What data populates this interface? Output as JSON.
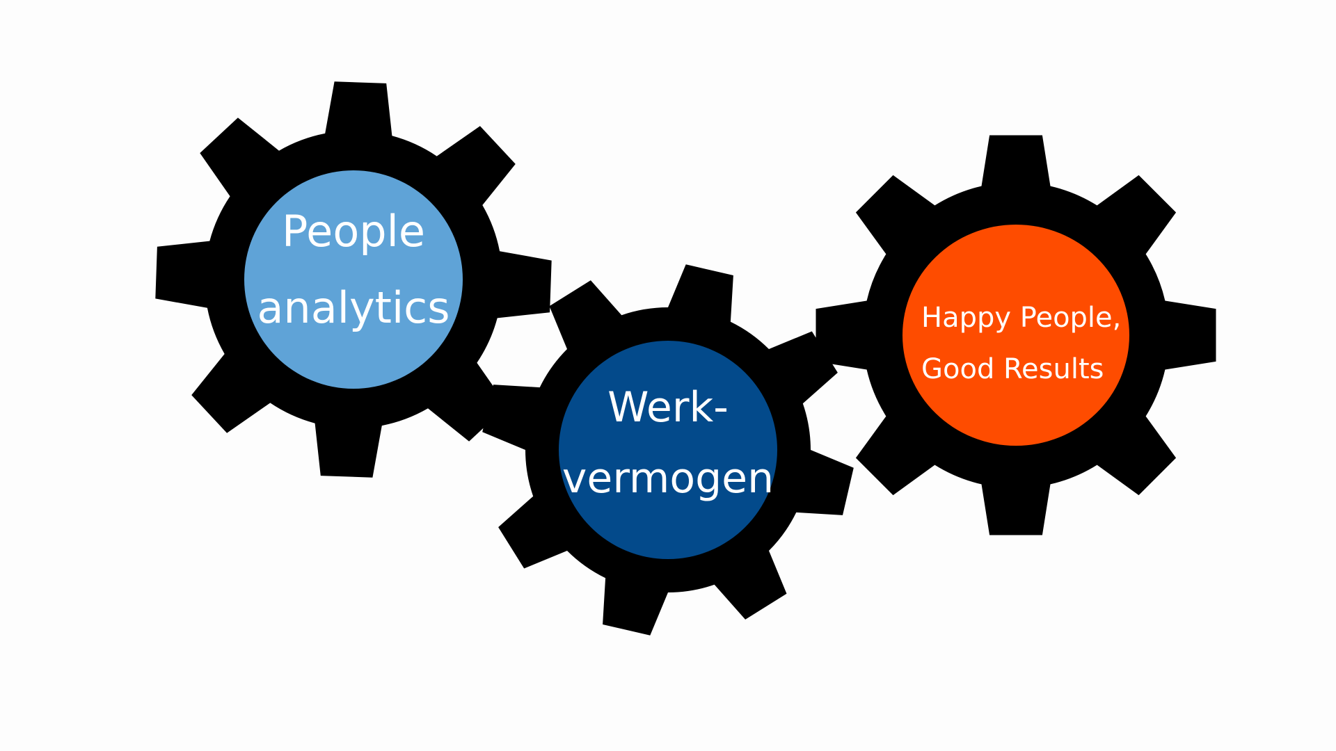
{
  "gears": [
    {
      "name": "people-analytics",
      "lines": [
        "People",
        "analytics"
      ],
      "color": "#5fa3d7"
    },
    {
      "name": "werkvermogen",
      "lines": [
        "Werk-",
        "vermogen"
      ],
      "color": "#034a8b"
    },
    {
      "name": "happy-people",
      "lines": [
        "Happy People,",
        "Good Results"
      ],
      "color": "#fe4c00"
    }
  ]
}
